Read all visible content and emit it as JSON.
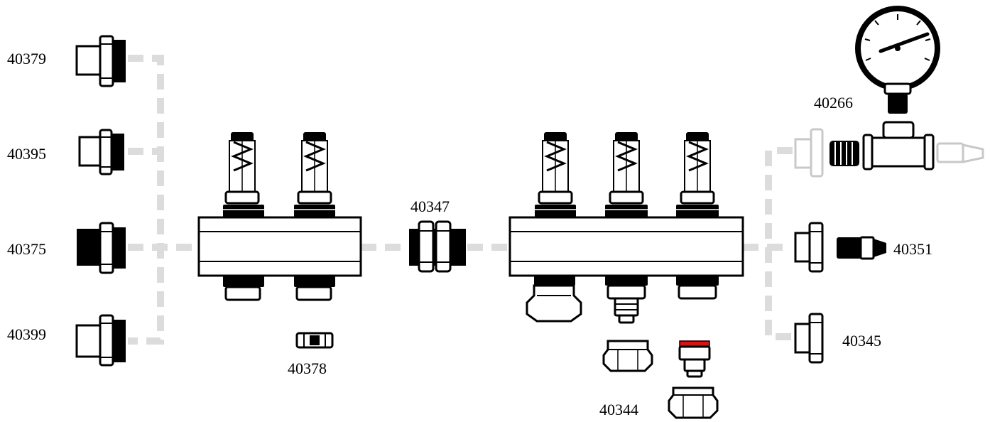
{
  "labels": {
    "l40379": "40379",
    "l40395": "40395",
    "l40375": "40375",
    "l40399": "40399",
    "l40378": "40378",
    "l40347": "40347",
    "l40266": "40266",
    "l40351": "40351",
    "l40345": "40345",
    "l40344": "40344"
  },
  "colors": {
    "connector_line": "#dcdcdc",
    "outline": "#000000",
    "accent_ring": "#e01010",
    "ghost_part": "#c8c8c8"
  }
}
